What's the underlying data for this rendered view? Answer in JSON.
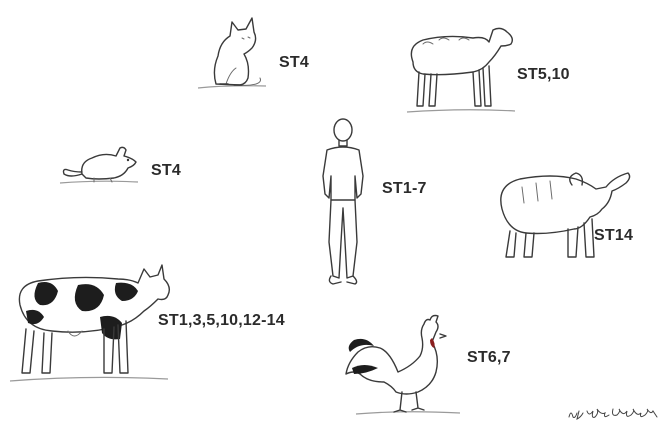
{
  "figure": {
    "animals": [
      {
        "id": "cat",
        "icon": "cat-icon",
        "label": "ST4"
      },
      {
        "id": "sheep",
        "icon": "sheep-icon",
        "label": "ST5,10"
      },
      {
        "id": "mouse",
        "icon": "mouse-icon",
        "label": "ST4"
      },
      {
        "id": "human",
        "icon": "human-icon",
        "label": "ST1-7"
      },
      {
        "id": "buffalo",
        "icon": "buffalo-icon",
        "label": "ST14"
      },
      {
        "id": "cow",
        "icon": "cow-icon",
        "label": "ST1,3,5,10,12-14"
      },
      {
        "id": "rooster",
        "icon": "rooster-icon",
        "label": "ST6,7"
      }
    ],
    "signature": "by Nurdan GÜNGÖR"
  }
}
